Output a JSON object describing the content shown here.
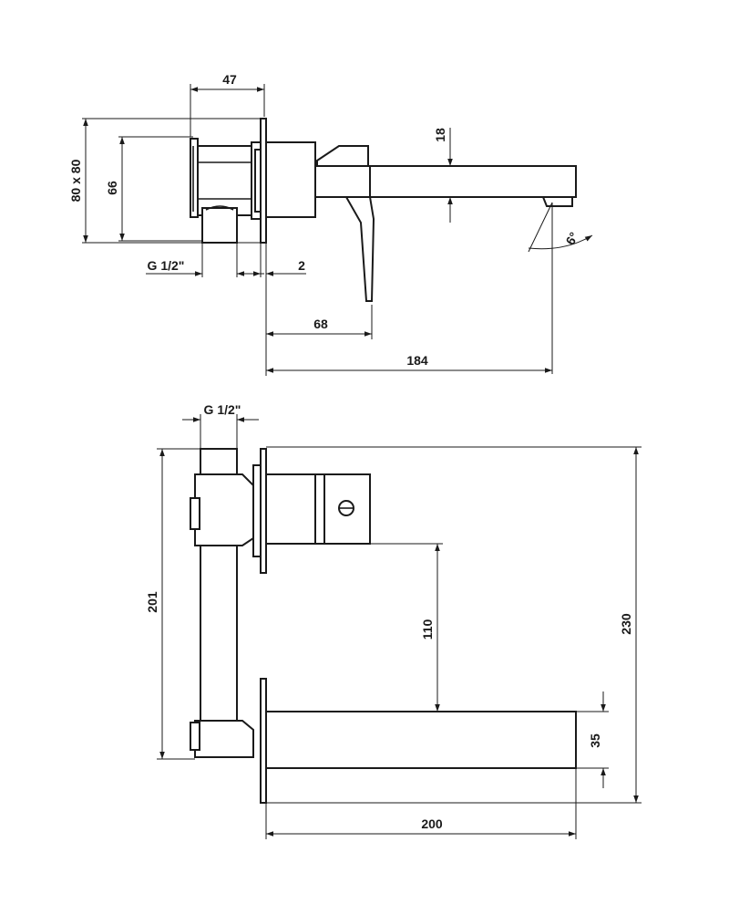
{
  "top_view": {
    "dim_width_47": "47",
    "dim_plate_80x80": "80 x 80",
    "dim_height_66": "66",
    "dim_thread": "G 1/2\"",
    "dim_gap_2": "2",
    "dim_spout_18": "18",
    "dim_angle_6": "6°",
    "dim_lever_68": "68",
    "dim_length_184": "184"
  },
  "side_view": {
    "dim_thread": "G 1/2\"",
    "dim_height_201": "201",
    "dim_spacing_110": "110",
    "dim_total_230": "230",
    "dim_spout_35": "35",
    "dim_length_200": "200"
  }
}
